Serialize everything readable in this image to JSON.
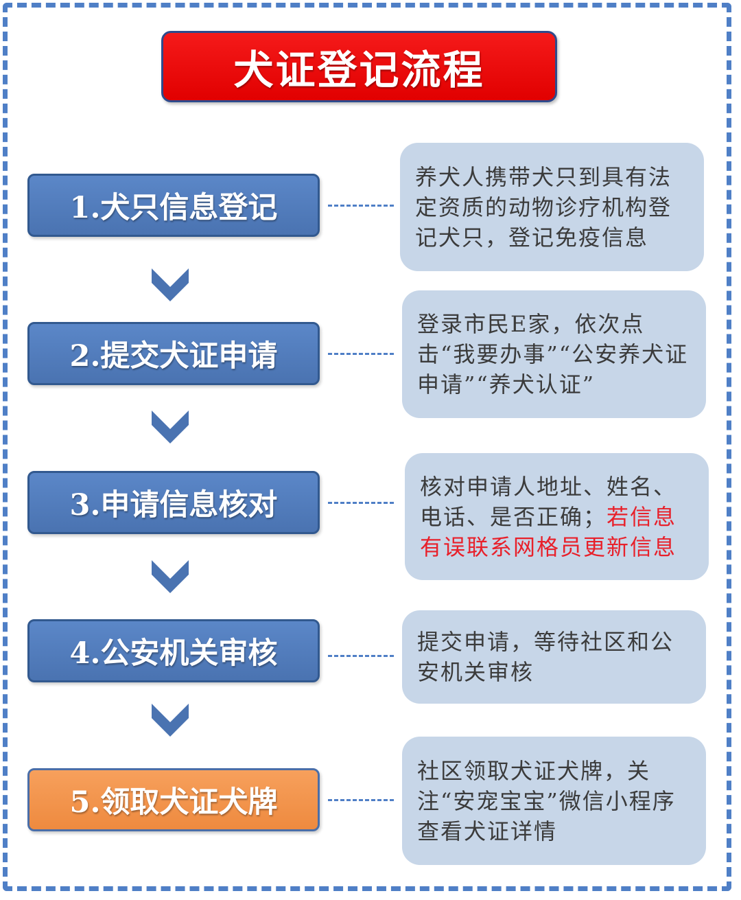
{
  "title": "犬证登记流程",
  "steps": [
    {
      "label": "1.犬只信息登记",
      "color": "blue",
      "desc": "养犬人携带犬只到具有法定资质的动物诊疗机构登记犬只，登记免疫信息"
    },
    {
      "label": "2.提交犬证申请",
      "color": "blue",
      "desc": "登录市民E家，依次点击“我要办事”“公安养犬证申请”“养犬认证”"
    },
    {
      "label": "3.申请信息核对",
      "color": "blue",
      "desc": "核对申请人地址、姓名、电话、是否正确；",
      "desc_highlight": "若信息有误联系网格员更新信息"
    },
    {
      "label": "4.公安机关审核",
      "color": "blue",
      "desc": "提交申请，等待社区和公安机关审核"
    },
    {
      "label": "5.领取犬证犬牌",
      "color": "orange",
      "desc": "社区领取犬证犬牌，关注“安宠宝宝”微信小程序查看犬证详情"
    }
  ],
  "colors": {
    "title_bg": "#ee0b0b",
    "step_blue": "#4f7bbd",
    "step_orange": "#f39449",
    "desc_bg": "#c7d6e8",
    "highlight_red": "#e8202a",
    "frame_blue": "#4f7fc6"
  }
}
